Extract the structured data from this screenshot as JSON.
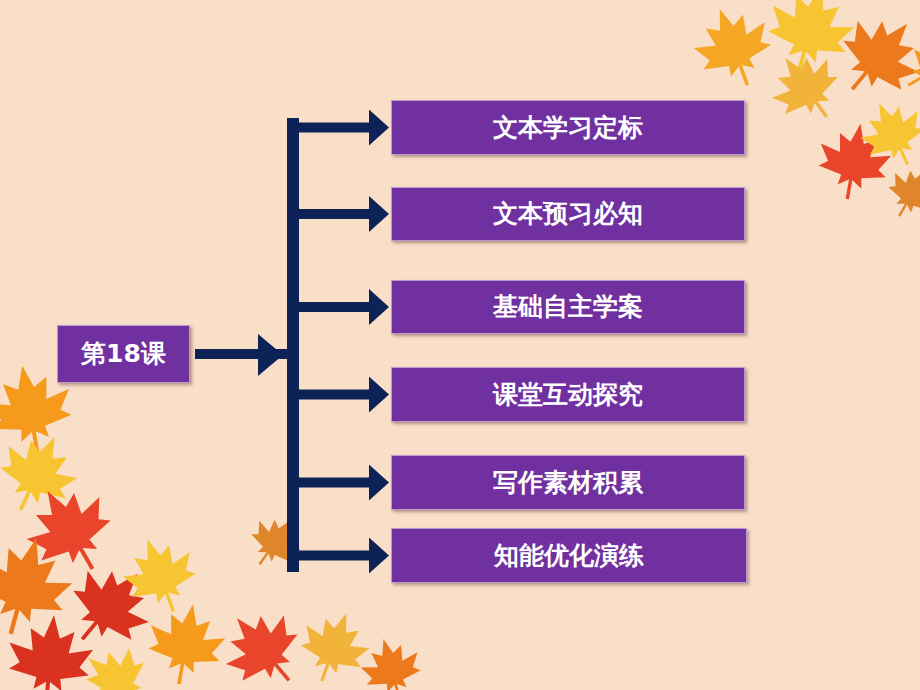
{
  "diagram": {
    "nodes": [
      {
        "text": [
          "第18课"
        ]
      },
      {
        "text": [
          "文本学习定标"
        ]
      },
      {
        "text": [
          "文本预习必知"
        ]
      },
      {
        "text": [
          "基础自主学案"
        ]
      },
      {
        "text": [
          "课堂互动探究"
        ]
      },
      {
        "text": [
          "写作素材积累"
        ]
      },
      {
        "text": [
          "知能优化演练"
        ]
      }
    ],
    "edges": [
      {
        "from": 0,
        "to": 1,
        "arrow": "to"
      },
      {
        "from": 0,
        "to": 2,
        "arrow": "to"
      },
      {
        "from": 0,
        "to": 3,
        "arrow": "to"
      },
      {
        "from": 0,
        "to": 4,
        "arrow": "to"
      },
      {
        "from": 0,
        "to": 5,
        "arrow": "to"
      },
      {
        "from": 0,
        "to": 6,
        "arrow": "to"
      }
    ]
  }
}
